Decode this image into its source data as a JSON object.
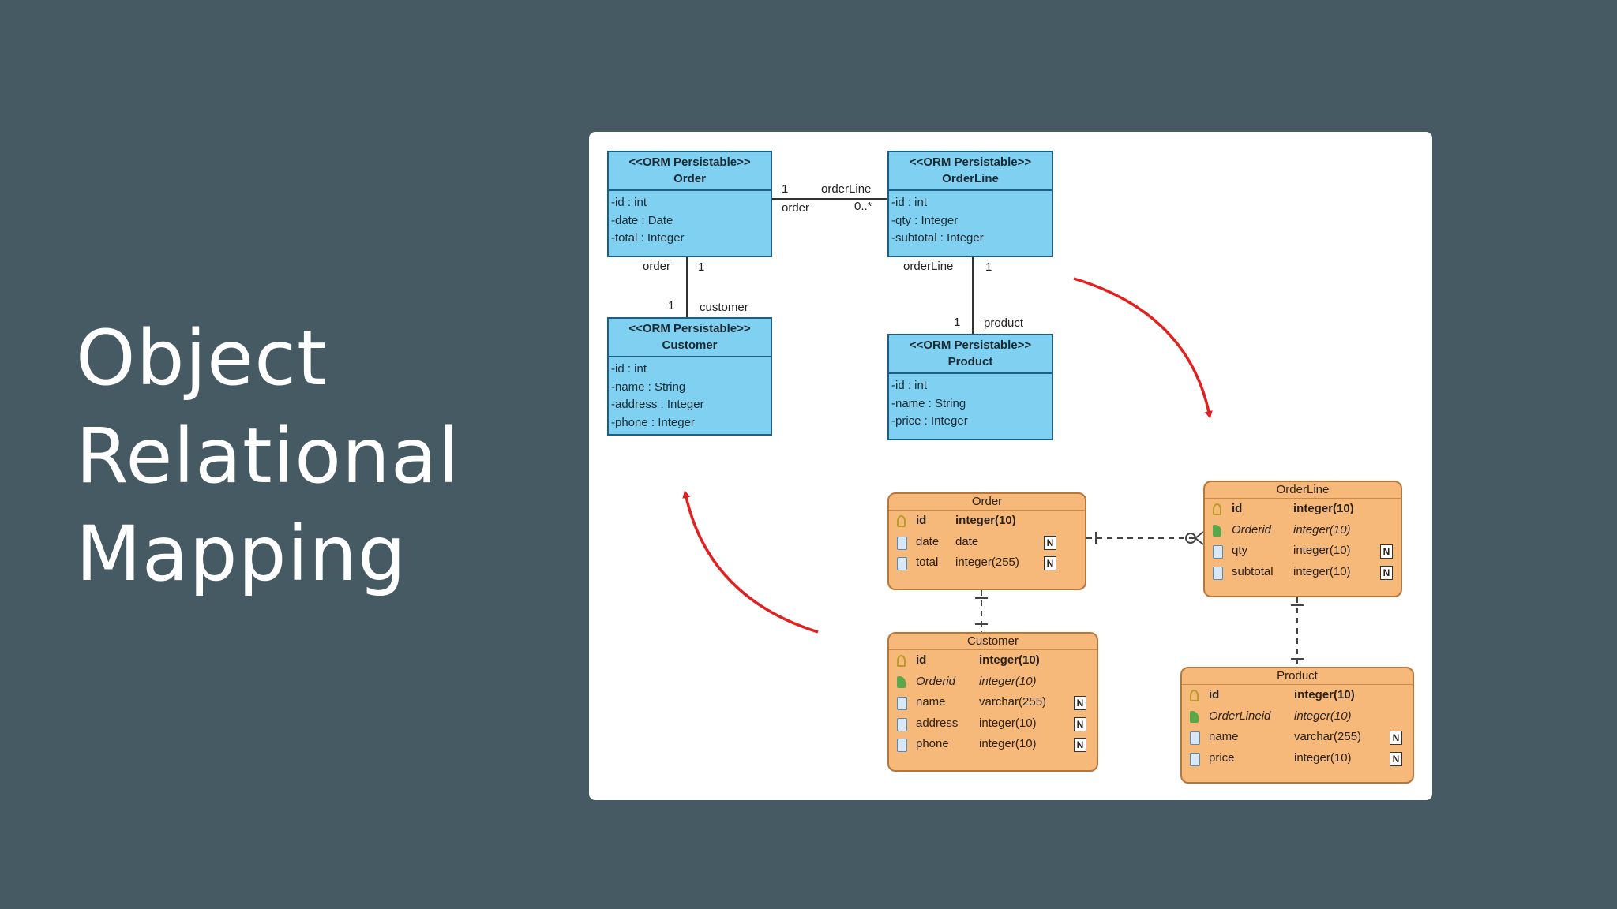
{
  "slide": {
    "title_lines": [
      "Object",
      "Relational",
      "Mapping"
    ]
  },
  "colors": {
    "background": "#465a63",
    "class_fill": "#7fd0f1",
    "table_fill": "#f6b97a",
    "arrow": "#e1201f"
  },
  "classes": [
    {
      "stereotype": "<<ORM Persistable>>",
      "name": "Order",
      "attrs": [
        "-id : int",
        "-date : Date",
        "-total : Integer"
      ]
    },
    {
      "stereotype": "<<ORM Persistable>>",
      "name": "OrderLine",
      "attrs": [
        "-id : int",
        "-qty : Integer",
        "-subtotal : Integer"
      ]
    },
    {
      "stereotype": "<<ORM Persistable>>",
      "name": "Customer",
      "attrs": [
        "-id : int",
        "-name : String",
        "-address : Integer",
        "-phone : Integer"
      ]
    },
    {
      "stereotype": "<<ORM Persistable>>",
      "name": "Product",
      "attrs": [
        "-id : int",
        "-name : String",
        "-price : Integer"
      ]
    }
  ],
  "associations": {
    "order_orderline": {
      "mult_left": "1",
      "role_right": "orderLine",
      "role_left": "order",
      "mult_right": "0..*"
    },
    "order_customer": {
      "role_top": "order",
      "mult_top": "1",
      "mult_bottom": "1",
      "role_bottom": "customer"
    },
    "orderline_product": {
      "role_top": "orderLine",
      "mult_top": "1",
      "mult_bottom": "1",
      "role_bottom": "product"
    }
  },
  "tables": [
    {
      "name": "Order",
      "rows": [
        {
          "kind": "pk",
          "col": "id",
          "type": "integer(10)",
          "nullable": false
        },
        {
          "kind": "col",
          "col": "date",
          "type": "date",
          "nullable": true
        },
        {
          "kind": "col",
          "col": "total",
          "type": "integer(255)",
          "nullable": true
        }
      ]
    },
    {
      "name": "OrderLine",
      "rows": [
        {
          "kind": "pk",
          "col": "id",
          "type": "integer(10)",
          "nullable": false
        },
        {
          "kind": "fk",
          "col": "Orderid",
          "type": "integer(10)",
          "nullable": false
        },
        {
          "kind": "col",
          "col": "qty",
          "type": "integer(10)",
          "nullable": true
        },
        {
          "kind": "col",
          "col": "subtotal",
          "type": "integer(10)",
          "nullable": true
        }
      ]
    },
    {
      "name": "Customer",
      "rows": [
        {
          "kind": "pk",
          "col": "id",
          "type": "integer(10)",
          "nullable": false
        },
        {
          "kind": "fk",
          "col": "Orderid",
          "type": "integer(10)",
          "nullable": false
        },
        {
          "kind": "col",
          "col": "name",
          "type": "varchar(255)",
          "nullable": true
        },
        {
          "kind": "col",
          "col": "address",
          "type": "integer(10)",
          "nullable": true
        },
        {
          "kind": "col",
          "col": "phone",
          "type": "integer(10)",
          "nullable": true
        }
      ]
    },
    {
      "name": "Product",
      "rows": [
        {
          "kind": "pk",
          "col": "id",
          "type": "integer(10)",
          "nullable": false
        },
        {
          "kind": "fk",
          "col": "OrderLineid",
          "type": "integer(10)",
          "nullable": false
        },
        {
          "kind": "col",
          "col": "name",
          "type": "varchar(255)",
          "nullable": true
        },
        {
          "kind": "col",
          "col": "price",
          "type": "integer(10)",
          "nullable": true
        }
      ]
    }
  ],
  "nullable_marker": "N"
}
